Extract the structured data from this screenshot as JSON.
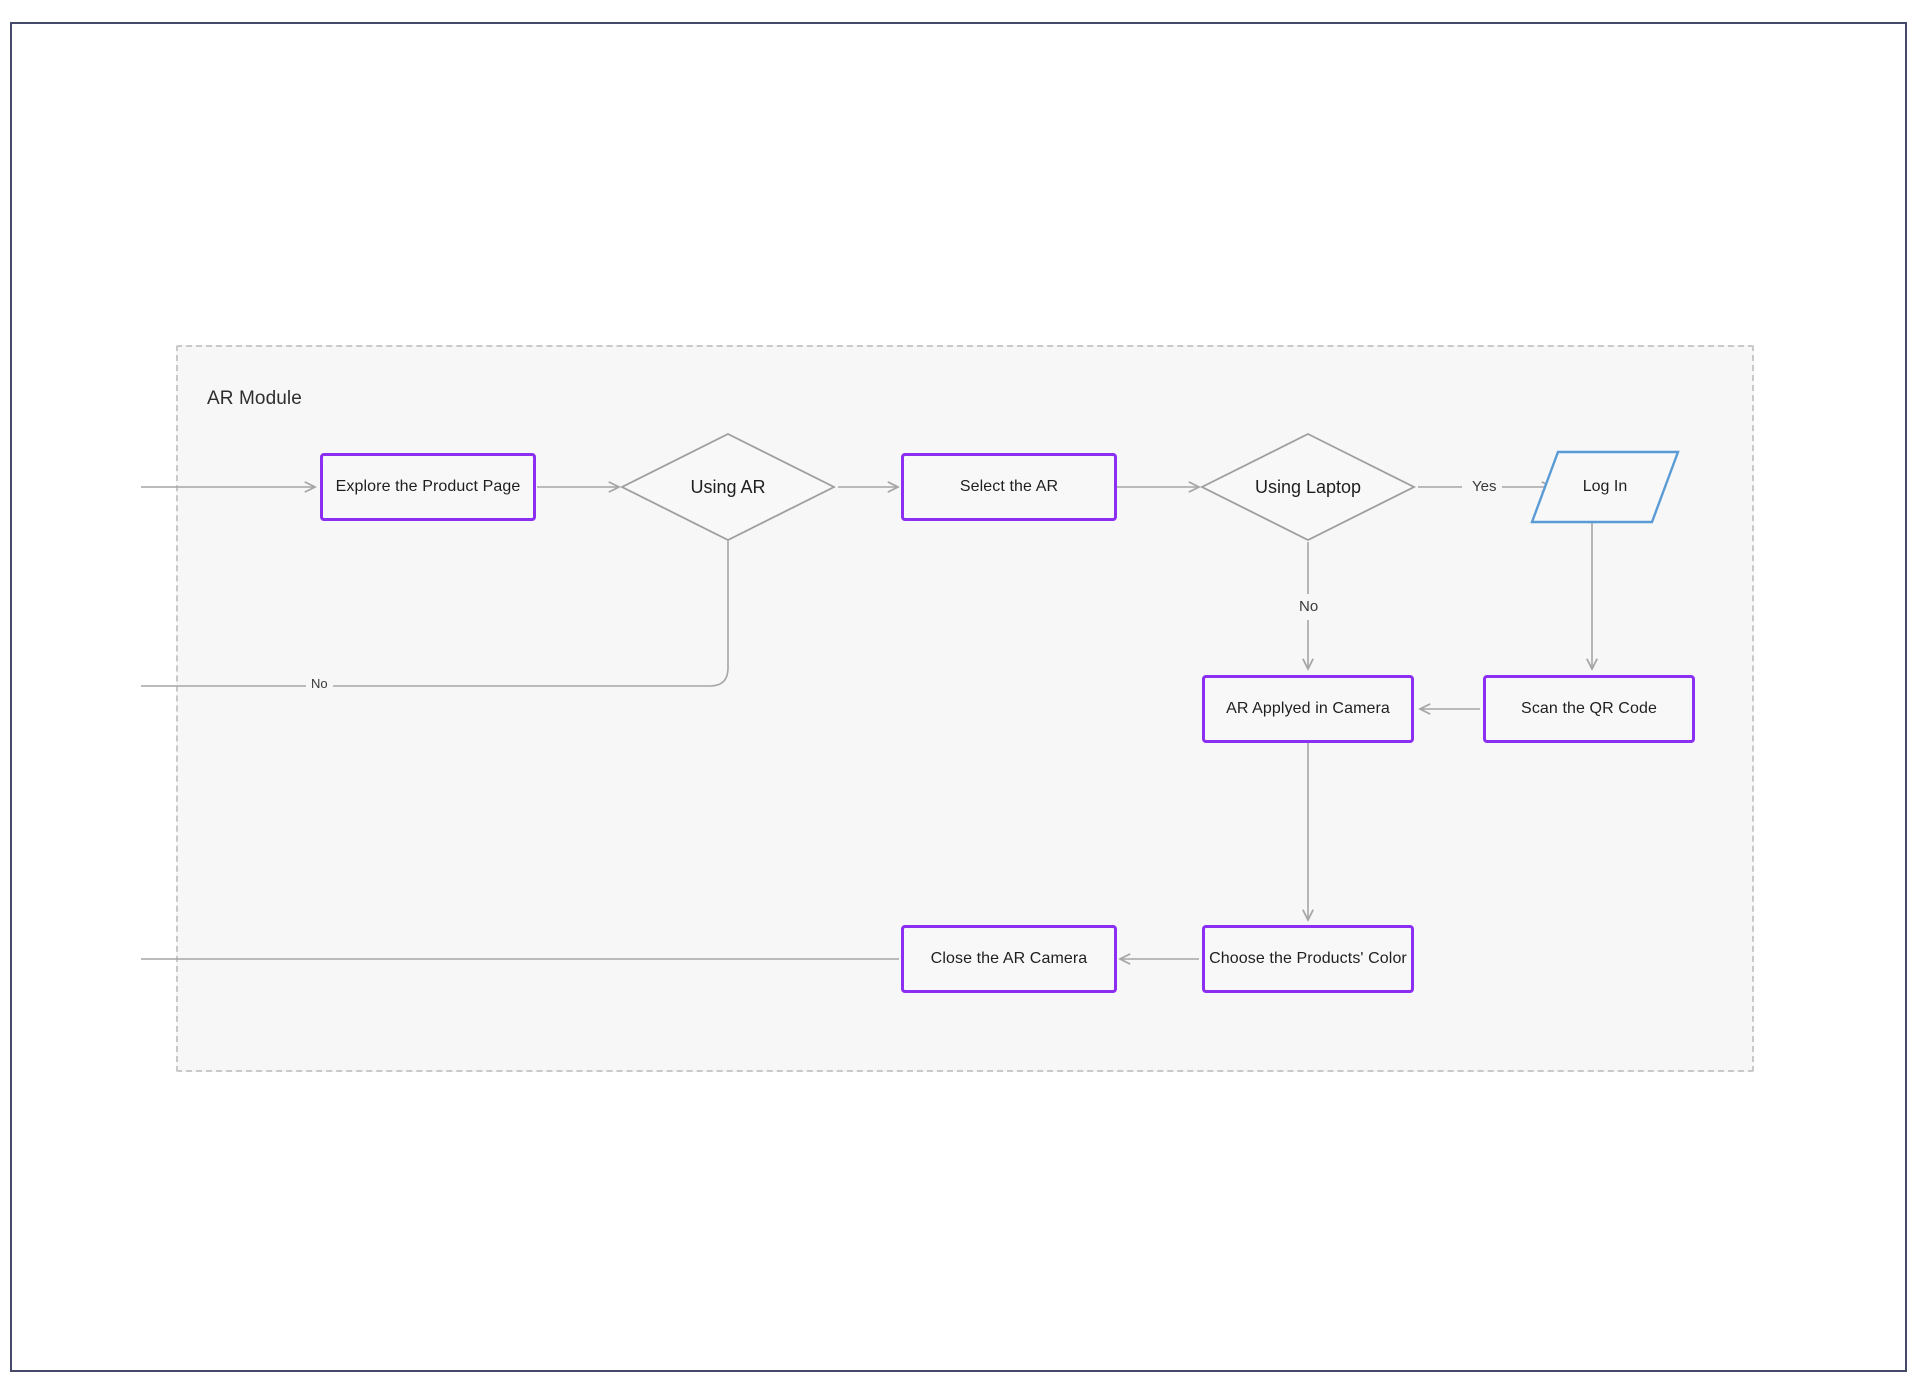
{
  "diagram": {
    "type": "flowchart",
    "title": "AR Module",
    "group": {
      "label": "AR Module",
      "style": "dashed-container"
    },
    "colors": {
      "process_border": "#8b2ff2",
      "decision_border": "#9e9e9e",
      "io_border": "#5b9bd5",
      "connector": "#a6a6a6",
      "group_border": "#c9c9c9",
      "group_fill": "#f7f7f7",
      "page_border": "#454a6b",
      "text": "#1f1f1f"
    },
    "nodes": [
      {
        "id": "explore",
        "label": "Explore the Product Page",
        "shape": "process"
      },
      {
        "id": "using_ar",
        "label": "Using AR",
        "shape": "decision"
      },
      {
        "id": "select_ar",
        "label": "Select the AR",
        "shape": "process"
      },
      {
        "id": "using_lap",
        "label": "Using Laptop",
        "shape": "decision"
      },
      {
        "id": "login",
        "label": "Log In",
        "shape": "io"
      },
      {
        "id": "scan_qr",
        "label": "Scan the QR Code",
        "shape": "process"
      },
      {
        "id": "ar_applied",
        "label": "AR Applyed in Camera",
        "shape": "process"
      },
      {
        "id": "choose",
        "label": "Choose the Products' Color",
        "shape": "process"
      },
      {
        "id": "close_cam",
        "label": "Close the AR Camera",
        "shape": "process"
      }
    ],
    "edges": [
      {
        "from": "entry",
        "to": "explore",
        "label": ""
      },
      {
        "from": "explore",
        "to": "using_ar",
        "label": ""
      },
      {
        "from": "using_ar",
        "to": "select_ar",
        "label": ""
      },
      {
        "from": "using_ar",
        "to": "exit-left",
        "label": "No"
      },
      {
        "from": "select_ar",
        "to": "using_lap",
        "label": ""
      },
      {
        "from": "using_lap",
        "to": "login",
        "label": "Yes"
      },
      {
        "from": "using_lap",
        "to": "ar_applied",
        "label": "No"
      },
      {
        "from": "login",
        "to": "scan_qr",
        "label": ""
      },
      {
        "from": "scan_qr",
        "to": "ar_applied",
        "label": ""
      },
      {
        "from": "ar_applied",
        "to": "choose",
        "label": ""
      },
      {
        "from": "choose",
        "to": "close_cam",
        "label": ""
      },
      {
        "from": "close_cam",
        "to": "exit-left2",
        "label": ""
      }
    ],
    "edge_labels": {
      "using_ar_no": "No",
      "using_laptop_yes": "Yes",
      "using_laptop_no": "No"
    }
  }
}
